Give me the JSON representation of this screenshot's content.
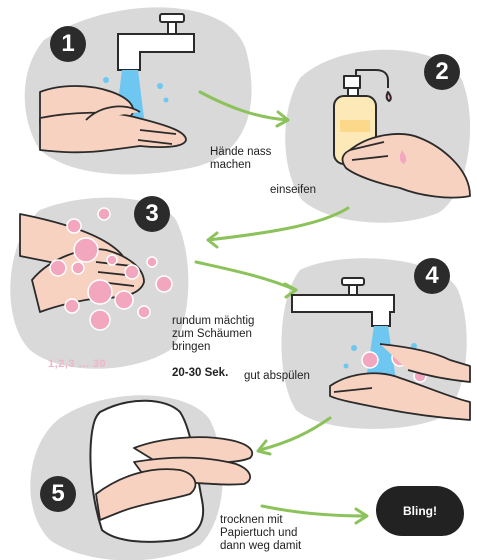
{
  "steps": [
    {
      "number": "1"
    },
    {
      "number": "2"
    },
    {
      "number": "3"
    },
    {
      "number": "4"
    },
    {
      "number": "5"
    }
  ],
  "captions": {
    "wet": "Hände nass\nmachen",
    "soap": "einseifen",
    "lather_text": "rundum mächtig\nzum Schäumen\nbringen",
    "lather_time": "20-30 Sek.",
    "counter": "1,2,3 ... 30",
    "rinse": "gut abspülen",
    "dry": "trocknen mit\nPapiertuch und\ndann weg damit"
  },
  "finish": "Bling!",
  "colors": {
    "blob": "#d9d9d9",
    "skin": "#f8d2c0",
    "water": "#6ec7f0",
    "bubble": "#f2a7bf",
    "arrow": "#8cc25a",
    "soap_bottle": "#fde9b8",
    "ink": "#2b2b2b"
  }
}
